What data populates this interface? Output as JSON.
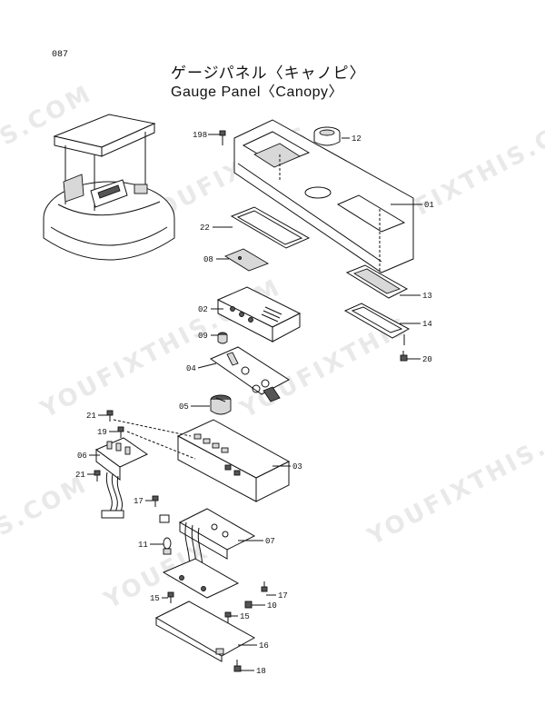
{
  "page": {
    "id": "087"
  },
  "title": {
    "japanese": "ゲージパネル〈キャノピ〉",
    "english": "Gauge Panel〈Canopy〉"
  },
  "watermark": {
    "text": "YOUFIXTHIS.COM",
    "fragments": [
      "S.COM",
      "YOUFIXTHIS",
      "YOUFIXTHIS.COM",
      "YOUFIXTHIS.COM",
      "S.COM",
      "YOUFIXTHIS",
      "YOUFIXTHIS.COM",
      "YOUFIX"
    ]
  },
  "callouts": {
    "198": "198",
    "12": "12",
    "01": "01",
    "22": "22",
    "08": "08",
    "13": "13",
    "02": "02",
    "14": "14",
    "09": "09",
    "20": "20",
    "04": "04",
    "05": "05",
    "21a": "21",
    "19": "19",
    "06": "06",
    "03": "03",
    "21b": "21",
    "17a": "17",
    "07": "07",
    "11": "11",
    "17b": "17",
    "15a": "15",
    "10": "10",
    "15b": "15",
    "16": "16",
    "18": "18"
  }
}
